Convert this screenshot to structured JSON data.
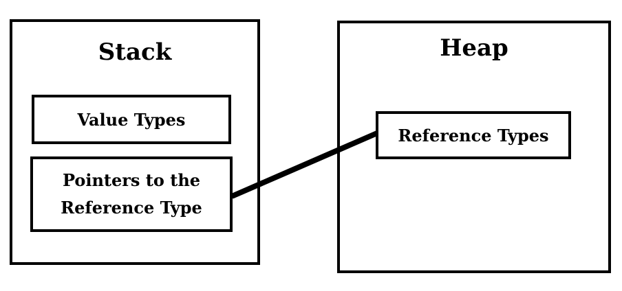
{
  "stack": {
    "title": "Stack",
    "value_types": "Value Types",
    "pointers_line1": "Pointers to the",
    "pointers_line2": "Reference Type"
  },
  "heap": {
    "title": "Heap",
    "reference_types": "Reference Types"
  },
  "colors": {
    "stroke": "#000000",
    "background": "#ffffff"
  }
}
